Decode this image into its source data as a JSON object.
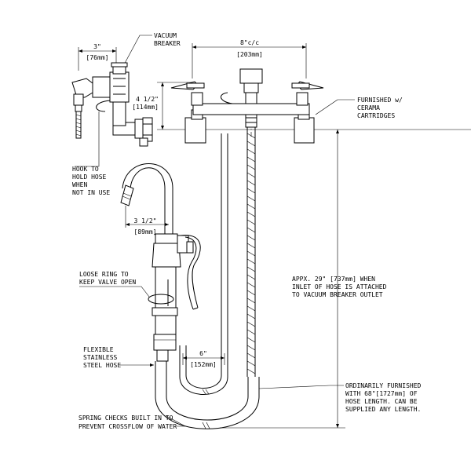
{
  "labels": {
    "dim_3in": "3\"",
    "dim_76mm": "[76mm]",
    "vacuum_breaker_1": "VACUUM",
    "vacuum_breaker_2": "BREAKER",
    "dim_8cc": "8\"c/c",
    "dim_203mm": "[203mm]",
    "dim_4half": "4 1/2\"",
    "dim_114mm": "[114mm]",
    "furnished_1": "FURNISHED w/",
    "furnished_2": "CERAMA",
    "furnished_3": "CARTRIDGES",
    "hook_1": "HOOK TO",
    "hook_2": "HOLD HOSE",
    "hook_3": "WHEN",
    "hook_4": "NOT IN USE",
    "dim_3half": "3 1/2\"",
    "dim_89mm": "[89mm]",
    "loose_ring_1": "LOOSE RING TO",
    "loose_ring_2": "KEEP VALVE OPEN",
    "appx_1": "APPX. 29\" [737mm] WHEN",
    "appx_2": "INLET OF HOSE IS ATTACHED",
    "appx_3": "TO VACUUM BREAKER OUTLET",
    "flexible_1": "FLEXIBLE",
    "flexible_2": "STAINLESS",
    "flexible_3": "STEEL HOSE",
    "dim_6in": "6\"",
    "dim_152mm": "[152mm]",
    "ordinarily_1": "ORDINARILY FURNISHED",
    "ordinarily_2": "WITH 68\"[1727mm] OF",
    "ordinarily_3": "HOSE LENGTH. CAN BE",
    "ordinarily_4": "SUPPLIED ANY LENGTH.",
    "spring_1": "SPRING CHECKS BUILT IN TO",
    "spring_2": "PREVENT CROSSFLOW OF WATER"
  }
}
